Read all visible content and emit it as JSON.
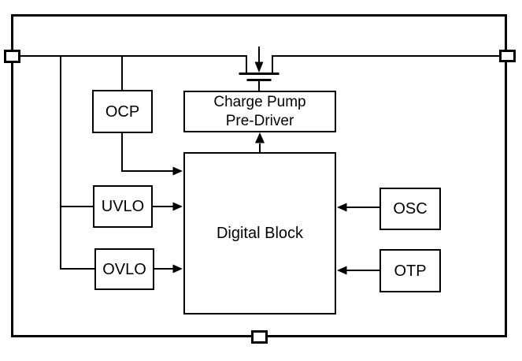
{
  "diagram": {
    "type": "block-diagram",
    "colors": {
      "line": "#000000",
      "background": "#ffffff",
      "block_fill": "#ffffff",
      "text": "#000000"
    },
    "blocks": {
      "ocp": {
        "label": "OCP"
      },
      "charge_pump": {
        "label_line1": "Charge Pump",
        "label_line2": "Pre-Driver"
      },
      "digital": {
        "label": "Digital Block"
      },
      "uvlo": {
        "label": "UVLO"
      },
      "ovlo": {
        "label": "OVLO"
      },
      "osc": {
        "label": "OSC"
      },
      "otp": {
        "label": "OTP"
      }
    },
    "symbols": {
      "mosfet": "mosfet-pass-transistor-icon"
    },
    "pins": [
      "left",
      "right",
      "bottom"
    ],
    "connections": [
      {
        "from": "supply-rail",
        "to": "MOSFET",
        "arrow": true
      },
      {
        "from": "supply-rail",
        "to": "OCP",
        "arrow": false
      },
      {
        "from": "supply-rail",
        "to": "UVLO",
        "arrow": false
      },
      {
        "from": "supply-rail",
        "to": "OVLO",
        "arrow": false
      },
      {
        "from": "OCP",
        "to": "Digital Block",
        "arrow": true
      },
      {
        "from": "UVLO",
        "to": "Digital Block",
        "arrow": true
      },
      {
        "from": "OVLO",
        "to": "Digital Block",
        "arrow": true
      },
      {
        "from": "OSC",
        "to": "Digital Block",
        "arrow": true
      },
      {
        "from": "OTP",
        "to": "Digital Block",
        "arrow": true
      },
      {
        "from": "Digital Block",
        "to": "Charge Pump Pre-Driver",
        "arrow": true
      },
      {
        "from": "Charge Pump Pre-Driver",
        "to": "MOSFET gate",
        "arrow": false
      }
    ]
  }
}
